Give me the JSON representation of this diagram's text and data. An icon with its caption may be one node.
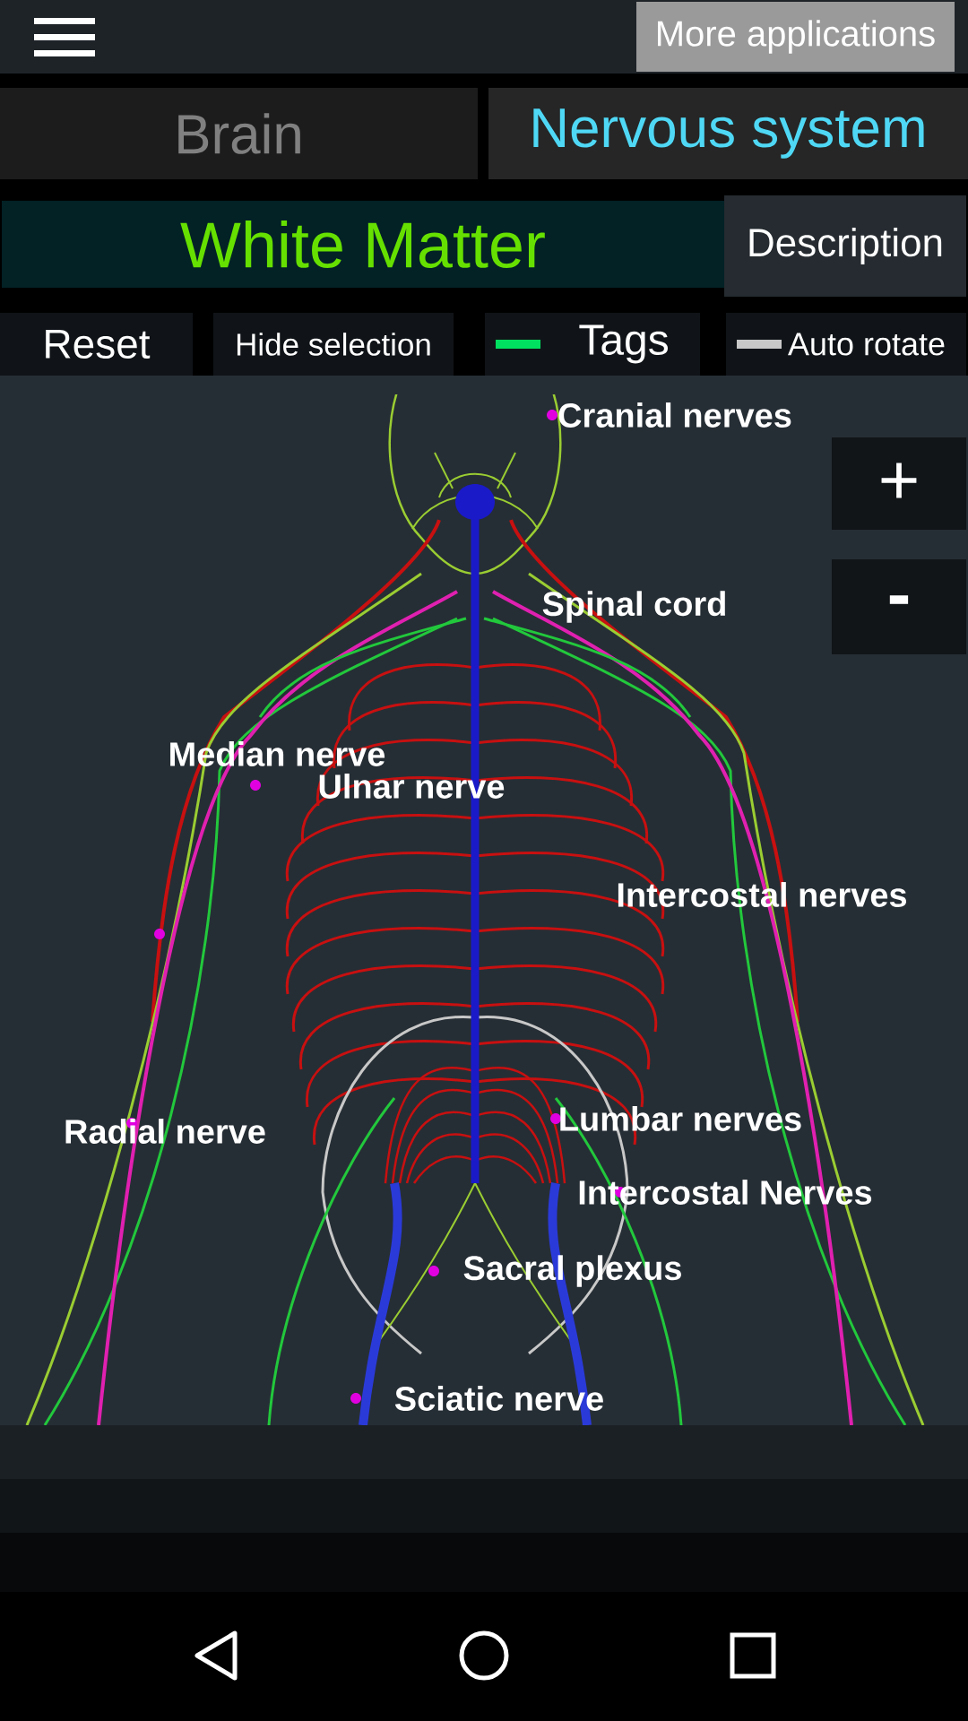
{
  "diagram": {
    "nodes": [
      {
        "text": [
          "More applications"
        ]
      },
      {
        "text": [
          "Brain"
        ]
      },
      {
        "text": [
          "Nervous system"
        ]
      },
      {
        "text": [
          "White Matter"
        ]
      },
      {
        "text": [
          "Description"
        ]
      },
      {
        "text": [
          "Reset"
        ]
      },
      {
        "text": [
          "Hide selection"
        ]
      },
      {
        "text": [
          "Tags"
        ]
      },
      {
        "text": [
          "Auto rotate"
        ]
      },
      {
        "text": [
          "+"
        ]
      },
      {
        "text": [
          "-"
        ]
      }
    ],
    "labels": [
      "Cranial nerves",
      "Spinal cord",
      "Median nerve",
      "Ulnar nerve",
      "Intercostal nerves",
      "Radial nerve",
      "Lumbar nerves",
      "Intercostal Nerves",
      "Sacral plexus",
      "Sciatic nerve"
    ]
  }
}
